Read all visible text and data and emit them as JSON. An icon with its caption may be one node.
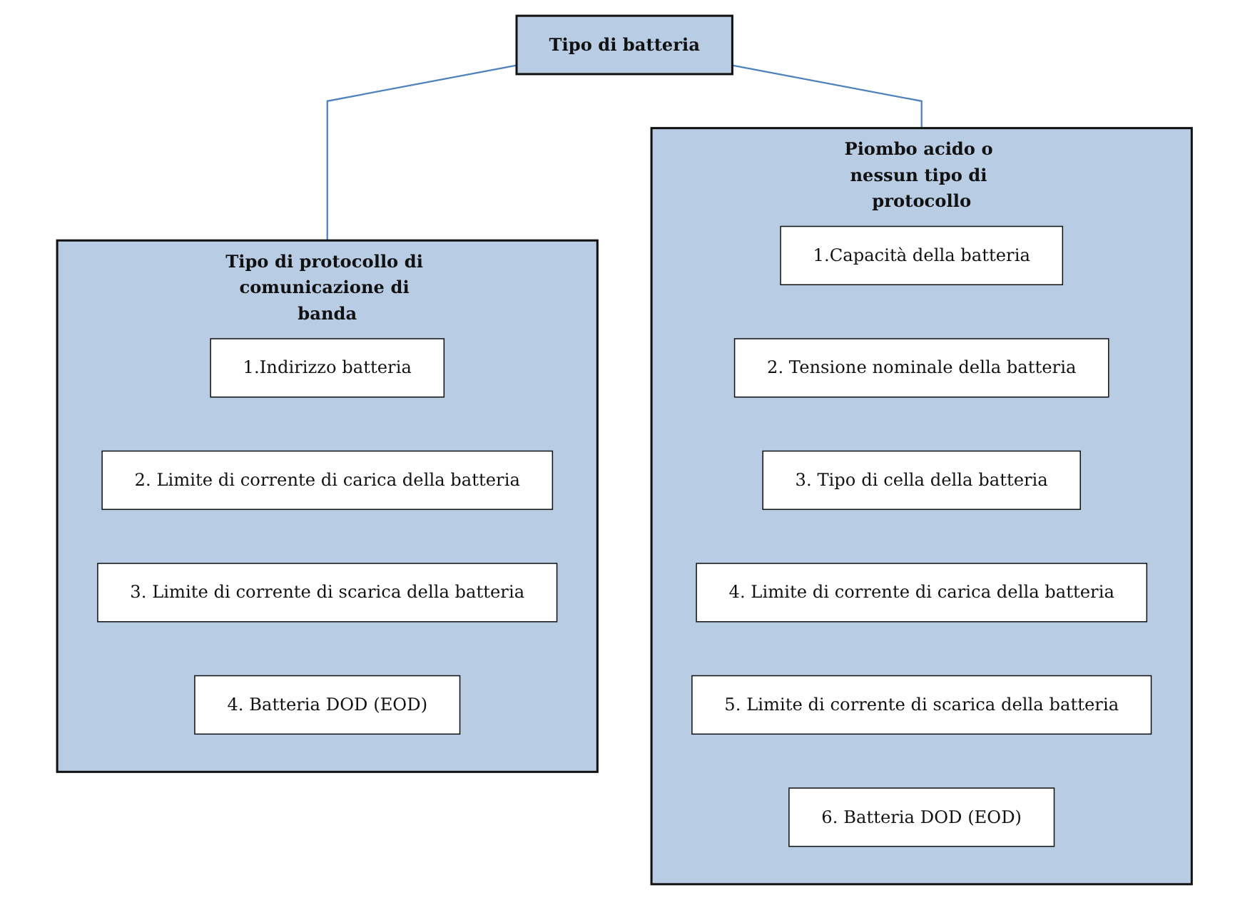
{
  "diagram": {
    "nodes": [
      {
        "text": [
          "Tipo di batteria"
        ]
      },
      {
        "text": [
          "Tipo di protocollo di comunicazione di banda"
        ]
      },
      {
        "text": [
          "1.Indirizzo batteria"
        ],
        "in": 1
      },
      {
        "text": [
          "2. Limite di corrente di carica della batteria"
        ],
        "in": 1
      },
      {
        "text": [
          "3. Limite di corrente di scarica della batteria"
        ],
        "in": 1
      },
      {
        "text": [
          "4. Batteria DOD (EOD)"
        ],
        "in": 1
      },
      {
        "text": [
          "Piombo acido o nessun tipo di protocollo"
        ]
      },
      {
        "text": [
          "1.Capacità della batteria"
        ],
        "in": 6
      },
      {
        "text": [
          "2. Tensione nominale della batteria"
        ],
        "in": 6
      },
      {
        "text": [
          "3. Tipo di cella della batteria"
        ],
        "in": 6
      },
      {
        "text": [
          "4. Limite di corrente di carica della batteria"
        ],
        "in": 6
      },
      {
        "text": [
          "5. Limite di corrente di scarica della batteria"
        ],
        "in": 6
      },
      {
        "text": [
          "6. Batteria DOD (EOD)"
        ],
        "in": 6
      }
    ],
    "edges": [
      {
        "from": 0,
        "to": 1,
        "arrow": "none"
      },
      {
        "from": 0,
        "to": 6,
        "arrow": "none"
      }
    ]
  }
}
